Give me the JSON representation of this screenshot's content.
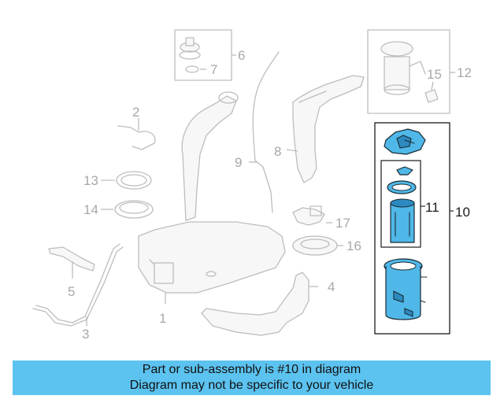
{
  "callouts": {
    "c1": "1",
    "c2": "2",
    "c3": "3",
    "c4": "4",
    "c5": "5",
    "c6": "6",
    "c7": "7",
    "c8": "8",
    "c9": "9",
    "c10": "10",
    "c11": "11",
    "c12": "12",
    "c13": "13",
    "c14": "14",
    "c15": "15",
    "c16": "16",
    "c17": "17"
  },
  "banner": {
    "line1": "Part or sub-assembly is #10 in diagram",
    "line2": "Diagram may not be specific to your vehicle"
  },
  "colors": {
    "highlight": "#4fb8e8",
    "banner_bg": "#5cc3f0",
    "part_outline": "#bdbdbd"
  }
}
